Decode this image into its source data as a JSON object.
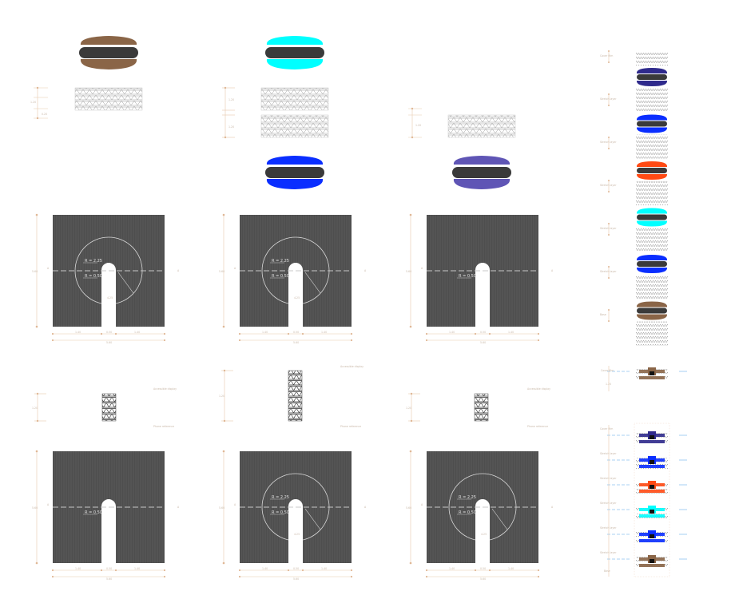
{
  "colors": {
    "brown": "#8a6547",
    "cyan": "#00ffff",
    "blue": "#0a2eff",
    "purple": "#5f55b5",
    "navy": "#2f2a8c",
    "orange": "#ff4a14",
    "core": "#3a3a3a",
    "panel": "#545454",
    "dimension": "#e7c9ad"
  },
  "dims": {
    "side": "5.60",
    "half": "2.80",
    "quarter": "1.40",
    "slot": "0.50",
    "t1": "1.20",
    "t2": "0.20"
  },
  "panels": [
    {
      "id": "r1c1",
      "r_outer": "R = 2.25",
      "r_inner": "R = 0.50",
      "arc": "4.25",
      "axis": "A",
      "circle": true
    },
    {
      "id": "r1c2",
      "r_outer": "R = 2.25",
      "r_inner": "R = 0.50",
      "arc": "4.25",
      "axis": "A",
      "circle": true
    },
    {
      "id": "r1c3",
      "r_inner": "R = 0.50",
      "axis": "A",
      "circle": false
    },
    {
      "id": "r2c1",
      "r_inner": "R = 0.50",
      "axis": "A",
      "circle": false
    },
    {
      "id": "r2c2",
      "r_outer": "R = 2.25",
      "r_inner": "R = 0.50",
      "arc": "4.25",
      "axis": "A",
      "circle": true
    },
    {
      "id": "r2c3",
      "r_outer": "R = 2.25",
      "r_inner": "R = 0.50",
      "arc": "4.25",
      "axis": "A",
      "circle": true
    }
  ],
  "annotations": {
    "accessible": "Accessible display",
    "phone": "Phone reference",
    "layer_labels": [
      "Cover film",
      "Stretch layer",
      "Stretch layer",
      "Stretch layer",
      "Stretch layer",
      "Stretch layer",
      "Base"
    ],
    "section_labels": [
      "Cover film",
      "Stretch layer",
      "Stretch layer",
      "Stretch layer",
      "Stretch layer",
      "Stretch layer",
      "Base"
    ]
  }
}
